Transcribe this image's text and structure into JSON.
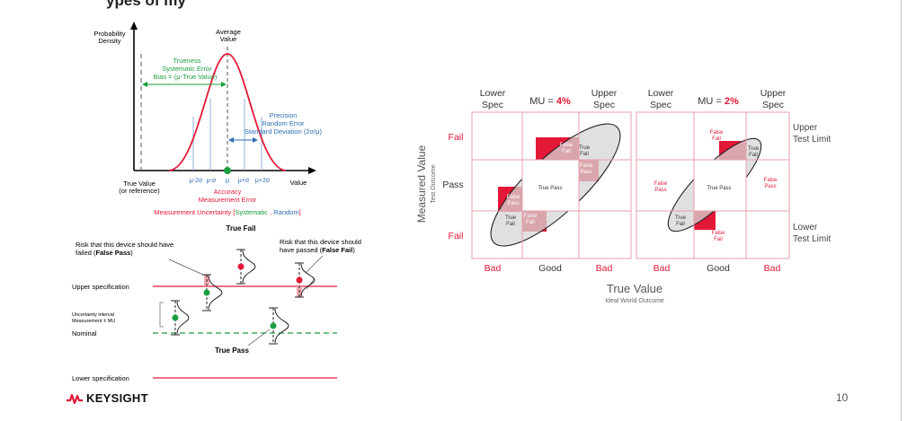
{
  "slide": {
    "title_partial": "ypes of my",
    "brand": "KEYSIGHT",
    "page_number": "10",
    "colors": {
      "red": "#e31837",
      "green": "#1a9e3f",
      "blue": "#2e6db4",
      "gray": "#d7d7d7"
    }
  },
  "bell": {
    "ylabel_line1": "Probability",
    "ylabel_line2": "Density",
    "avg_line1": "Average",
    "avg_line2": "Value",
    "trueness": [
      "Trueness",
      "Systematic Error",
      "Bias = (μ-True Value)"
    ],
    "precision": [
      "Precision",
      "Random Error",
      "Standard Deviation (2σ/μ)"
    ],
    "ticks": [
      "μ-2σ",
      "μ-σ",
      "μ",
      "μ+σ",
      "μ+2σ"
    ],
    "true_value_line1": "True Value",
    "true_value_line2": "(or reference)",
    "value_label": "Value",
    "accuracy": [
      "Accuracy",
      "Measurement Error"
    ],
    "mu_prefix": "Measurement Uncertainty [",
    "mu_systematic": "Systematic",
    "mu_sep": " , ",
    "mu_random": "Random",
    "mu_suffix": "]"
  },
  "spec": {
    "true_fail": "True Fail",
    "risk_left_line1": "Risk that this device should have",
    "risk_left_pre": "failed (",
    "risk_left_bold": "False Pass",
    "risk_left_post": ")",
    "risk_right_line1": "Risk that this device should",
    "risk_right_pre": "have passed (",
    "risk_right_bold": "False Fail",
    "risk_right_post": ")",
    "upper_spec": "Upper specification",
    "uncertainty_line1": "Uncertainty interval",
    "uncertainty_line2": "Measurement ± MU",
    "nominal": "Nominal",
    "true_pass": "True Pass",
    "lower_spec": "Lower specification"
  },
  "grids": {
    "lower_spec": [
      "Lower",
      "Spec"
    ],
    "upper_spec": [
      "Upper",
      "Spec"
    ],
    "mu_label": "MU = ",
    "mu_left": "4%",
    "mu_right": "2%",
    "fail": "Fail",
    "pass": "Pass",
    "bad": "Bad",
    "good": "Good",
    "upper_test_limit": [
      "Upper",
      "Test Limit"
    ],
    "lower_test_limit": [
      "Lower",
      "Test Limit"
    ],
    "measured_value": "Measured Value",
    "test_outcome": "Test Outcome",
    "true_value": "True Value",
    "ideal_world": "Ideal World Outcome",
    "false_fail": [
      "False",
      "Fail"
    ],
    "true_fail": [
      "True",
      "Fail"
    ],
    "false_pass": [
      "False",
      "Pass"
    ],
    "true_pass": "True Pass"
  }
}
